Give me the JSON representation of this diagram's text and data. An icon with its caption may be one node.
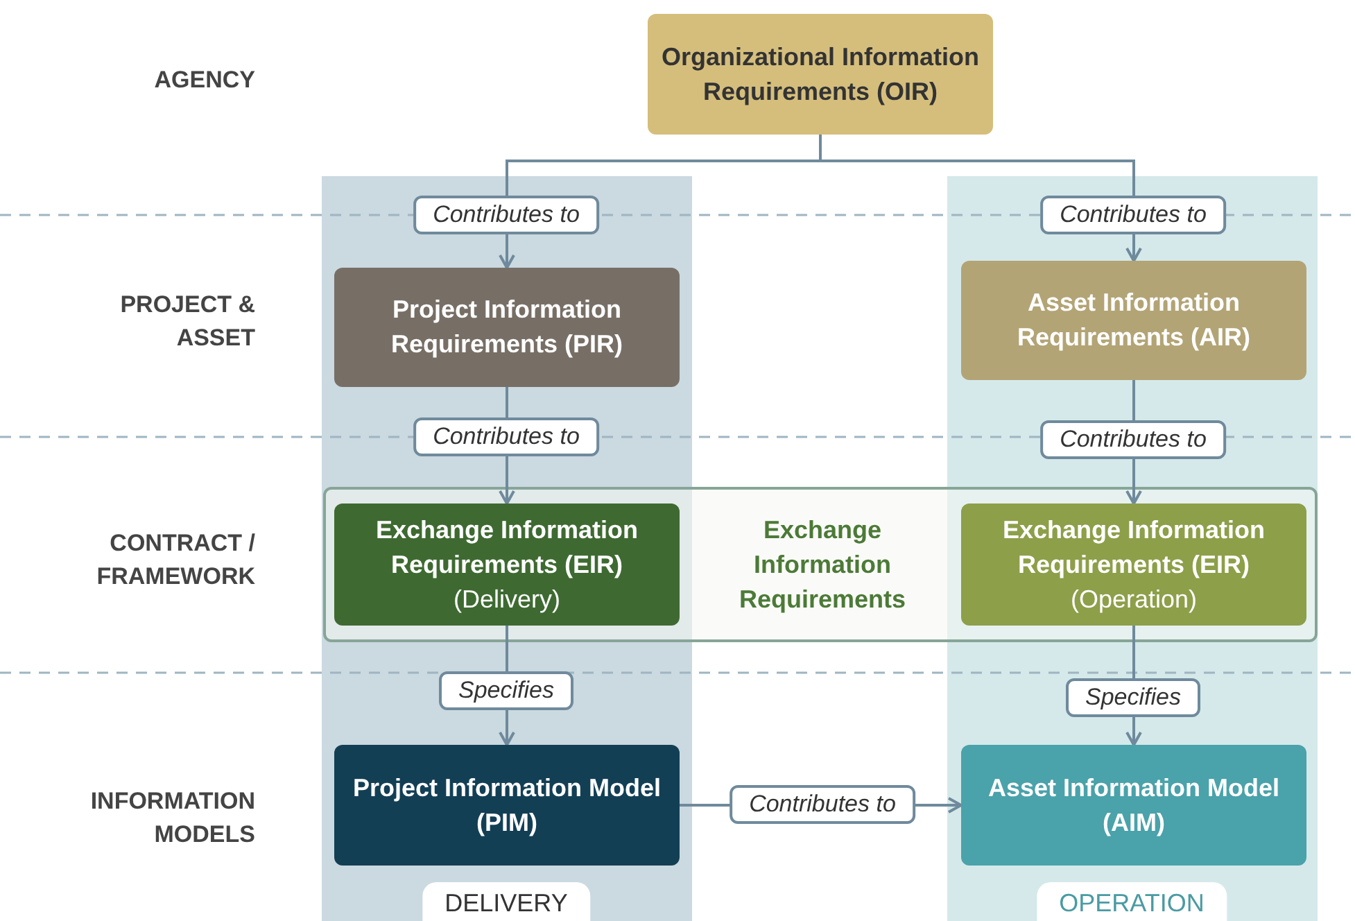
{
  "diagram": {
    "nodes": [
      {
        "text": [
          "Organizational Information Requirements (OIR)"
        ]
      },
      {
        "text": [
          "Exchange Information Requirements"
        ]
      },
      {
        "text": [
          "Project Information Requirements (PIR)"
        ]
      },
      {
        "text": [
          "Asset Information Requirements (AIR)"
        ]
      },
      {
        "text": [
          "Exchange Information Requirements (EIR)",
          "(Delivery)"
        ],
        "in": 1
      },
      {
        "text": [
          "Exchange Information Requirements (EIR)",
          "(Operation)"
        ],
        "in": 1
      },
      {
        "text": [
          "Project Information Model (PIM)"
        ]
      },
      {
        "text": [
          "Asset Information Model (AIM)"
        ]
      }
    ],
    "edges": [
      {
        "from": 0,
        "to": 2,
        "arrow": "to",
        "label": "Contributes to"
      },
      {
        "from": 0,
        "to": 3,
        "arrow": "to",
        "label": "Contributes to"
      },
      {
        "from": 2,
        "to": 4,
        "arrow": "to",
        "label": "Contributes to"
      },
      {
        "from": 3,
        "to": 5,
        "arrow": "to",
        "label": "Contributes to"
      },
      {
        "from": 4,
        "to": 6,
        "arrow": "to",
        "label": "Specifies"
      },
      {
        "from": 5,
        "to": 7,
        "arrow": "to",
        "label": "Specifies"
      },
      {
        "from": 6,
        "to": 7,
        "arrow": "to",
        "label": "Contributes to"
      }
    ],
    "labels": [
      "AGENCY",
      "PROJECT & ASSET",
      "CONTRACT / FRAMEWORK",
      "INFORMATION MODELS",
      "DELIVERY",
      "OPERATION"
    ]
  }
}
